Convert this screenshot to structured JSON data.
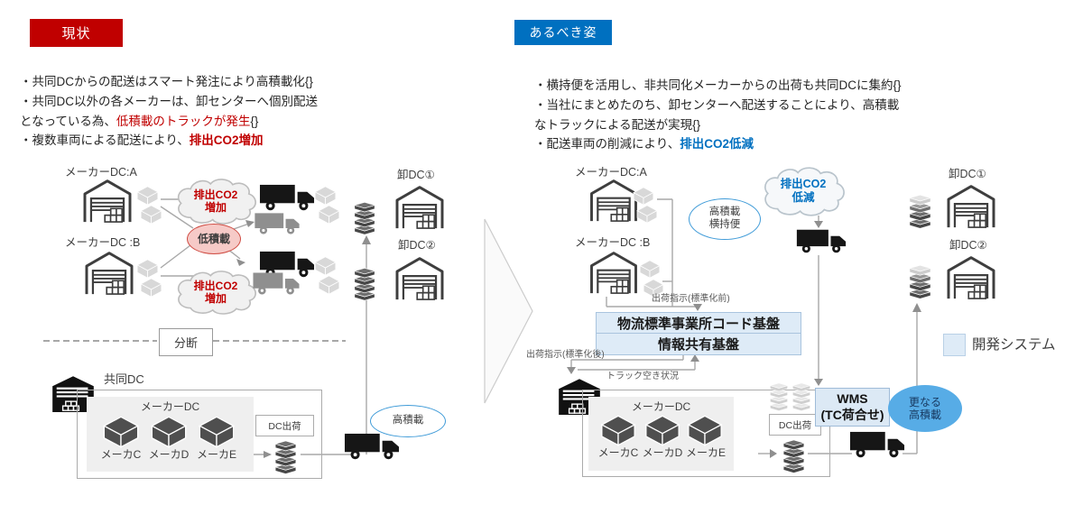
{
  "colors": {
    "accent_red": "#C00000",
    "accent_blue": "#0070C0",
    "system_fill_blue": "#DEEBF7",
    "cloud_gray": "#F1F1F1",
    "pink_fill": "#F6CAC7",
    "pink_border": "#CF4B42",
    "ellipse_blue_border": "#3F9BD8",
    "filled_ellipse_blue": "#57ACE6",
    "connector_gray": "#A8A8A8"
  },
  "current": {
    "title": "現状",
    "bullet1": "・共同DCからの配送はスマート発注により高積載化",
    "bullet2_plain": "・共同DC以外の各メーカーは、卸センターへ個別配送\nとなっている為、",
    "bullet2_highlight": "低積載のトラックが発生",
    "bullet3_plain": "・複数車両による配送により、",
    "bullet3_highlight": "排出CO2増加",
    "maker_dc_a": "メーカーDC:A",
    "maker_dc_b": "メーカーDC :B",
    "cloud_a": "排出CO2\n増加",
    "cloud_b": "排出CO2\n増加",
    "low_load_label": "低積載",
    "wholesale_dc1": "卸DC①",
    "wholesale_dc2": "卸DC②",
    "divider_label": "分断",
    "joint_dc_label": "共同DC",
    "maker_dc_label": "メーカーDC",
    "maker_c": "メーカC",
    "maker_d": "メーカD",
    "maker_e": "メーカE",
    "dc_ship_label": "DC出荷",
    "high_load_label": "高積載"
  },
  "ideal": {
    "title": "あるべき姿",
    "bullet1": "・横持便を活用し、非共同化メーカーからの出荷も共同DCに集約",
    "bullet2": "・当社にまとめたのち、卸センターへ配送することにより、高積載\nなトラックによる配送が実現",
    "bullet3_plain": "・配送車両の削減により、",
    "bullet3_highlight": "排出CO2低減",
    "maker_dc_a": "メーカーDC:A",
    "maker_dc_b": "メーカーDC :B",
    "yokomochi_label": "高積載\n横持便",
    "cloud": "排出CO2\n低減",
    "ship_before_label": "出荷指示(標準化前)",
    "platform_code_label": "物流標準事業所コード基盤",
    "platform_share_label": "情報共有基盤",
    "ship_after_label": "出荷指示(標準化後)",
    "truck_vacancy_label": "トラック空き状況",
    "wholesale_dc1": "卸DC①",
    "wholesale_dc2": "卸DC②",
    "maker_dc_label": "メーカーDC",
    "maker_c": "メーカC",
    "maker_d": "メーカD",
    "maker_e": "メーカE",
    "dc_ship_label": "DC出荷",
    "wms_line1": "WMS",
    "wms_line2": "(TC荷合せ)",
    "more_load_label": "更なる\n高積載",
    "legend_label": "開発システム"
  }
}
